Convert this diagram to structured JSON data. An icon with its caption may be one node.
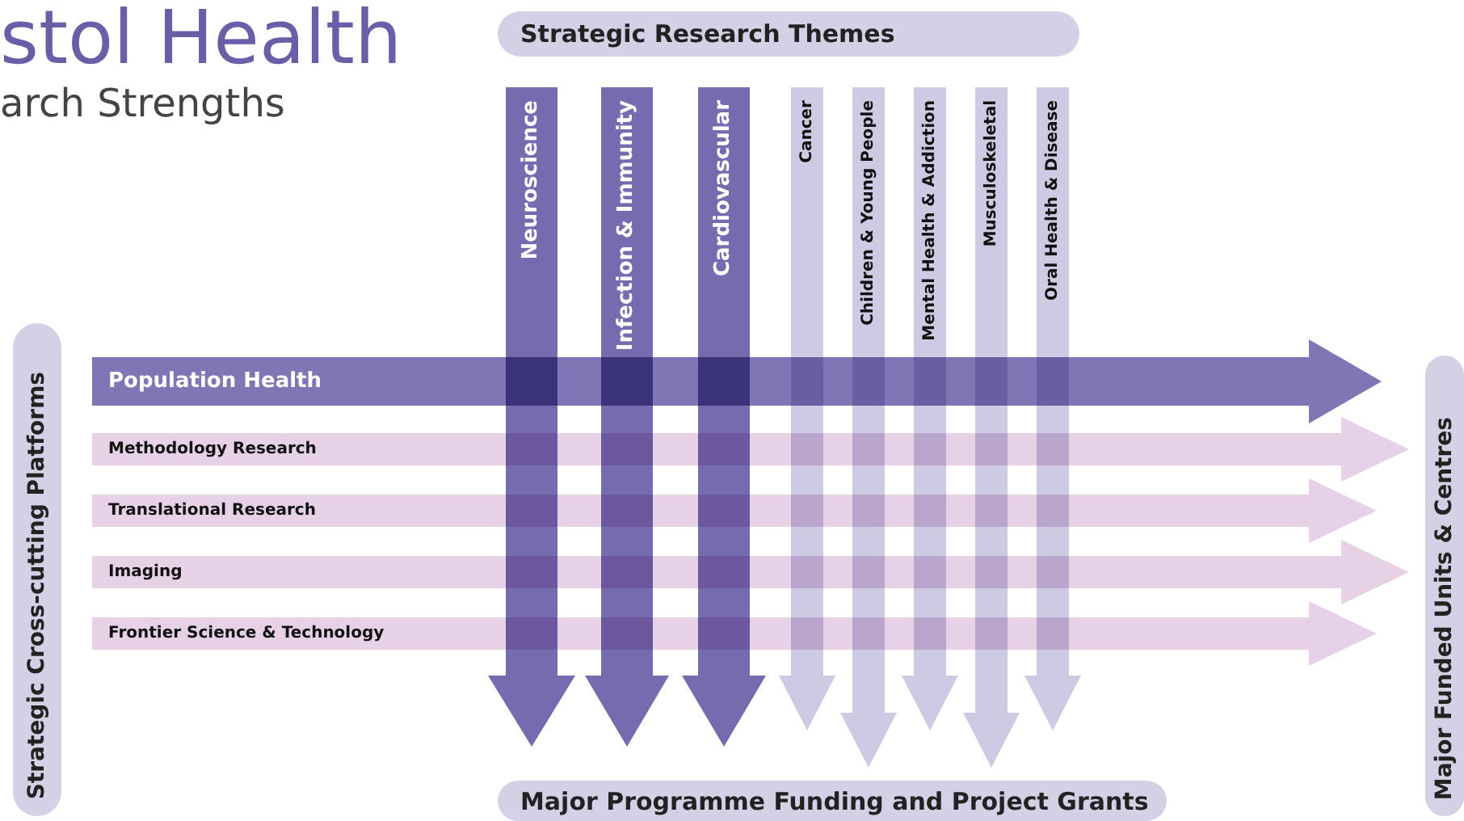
{
  "diagram": {
    "title": "stol Health",
    "nodes": [
      {
        "text": [
          "Strategic Research Themes"
        ]
      },
      {
        "text": [
          "Neuroscience"
        ]
      },
      {
        "text": [
          "Infection & Immunity"
        ]
      },
      {
        "text": [
          "Cardiovascular"
        ]
      },
      {
        "text": [
          "Cancer"
        ]
      },
      {
        "text": [
          "Children & Young People"
        ]
      },
      {
        "text": [
          "Mental Health & Addiction"
        ]
      },
      {
        "text": [
          "Musculoskeletal"
        ]
      },
      {
        "text": [
          "Oral Health & Disease"
        ]
      },
      {
        "text": [
          "Strategic Cross-cutting Platforms"
        ]
      },
      {
        "text": [
          "Population Health"
        ]
      },
      {
        "text": [
          "Methodology Research"
        ]
      },
      {
        "text": [
          "Translational Research"
        ]
      },
      {
        "text": [
          "Imaging"
        ]
      },
      {
        "text": [
          "Frontier Science & Technology"
        ]
      },
      {
        "text": [
          "Major Funded Units & Centres"
        ]
      },
      {
        "text": [
          "Major Programme Funding and Project Grants"
        ]
      }
    ],
    "labels": [
      "arch Strengths"
    ]
  }
}
